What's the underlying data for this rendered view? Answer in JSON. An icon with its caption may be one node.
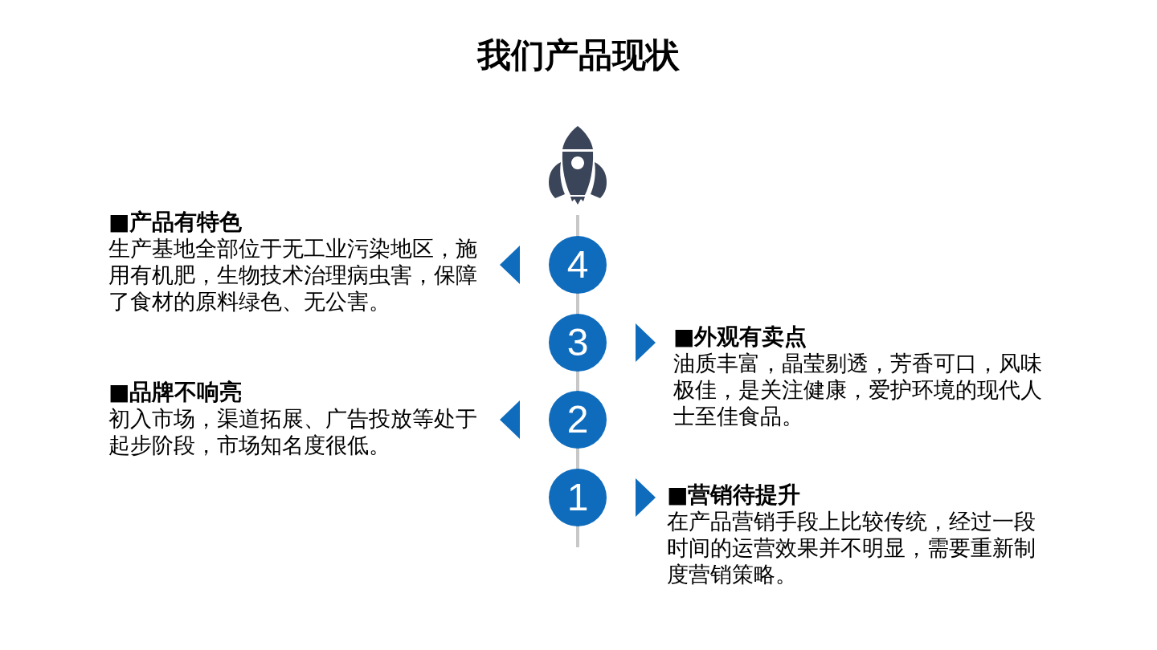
{
  "diagram": {
    "title": "我们产品现状",
    "nodes": [
      {
        "text": [
          "■产品有特色",
          "生产基地全部位于无工业污染地区，施用有机肥，生物技术治理病虫害，保障了食材的原料绿色、无公害。"
        ]
      },
      {
        "text": [
          "4"
        ]
      },
      {
        "text": [
          "3"
        ]
      },
      {
        "text": [
          "■外观有卖点",
          "油质丰富，晶莹剔透，芳香可口，风味极佳，是关注健康，爱护环境的现代人士至佳食品。"
        ]
      },
      {
        "text": [
          "■品牌不响亮",
          "初入市场，渠道拓展、广告投放等处于起步阶段，市场知名度很低。"
        ]
      },
      {
        "text": [
          "2"
        ]
      },
      {
        "text": [
          "1"
        ]
      },
      {
        "text": [
          "■营销待提升",
          "在产品营销手段上比较传统，经过一段时间的运营效果并不明显，需要重新制度营销策略。"
        ]
      }
    ],
    "edges": [
      {
        "from": 1,
        "to": 0,
        "arrow": "to"
      },
      {
        "from": 2,
        "to": 3,
        "arrow": "to"
      },
      {
        "from": 5,
        "to": 4,
        "arrow": "to"
      },
      {
        "from": 6,
        "to": 7,
        "arrow": "to"
      }
    ]
  }
}
